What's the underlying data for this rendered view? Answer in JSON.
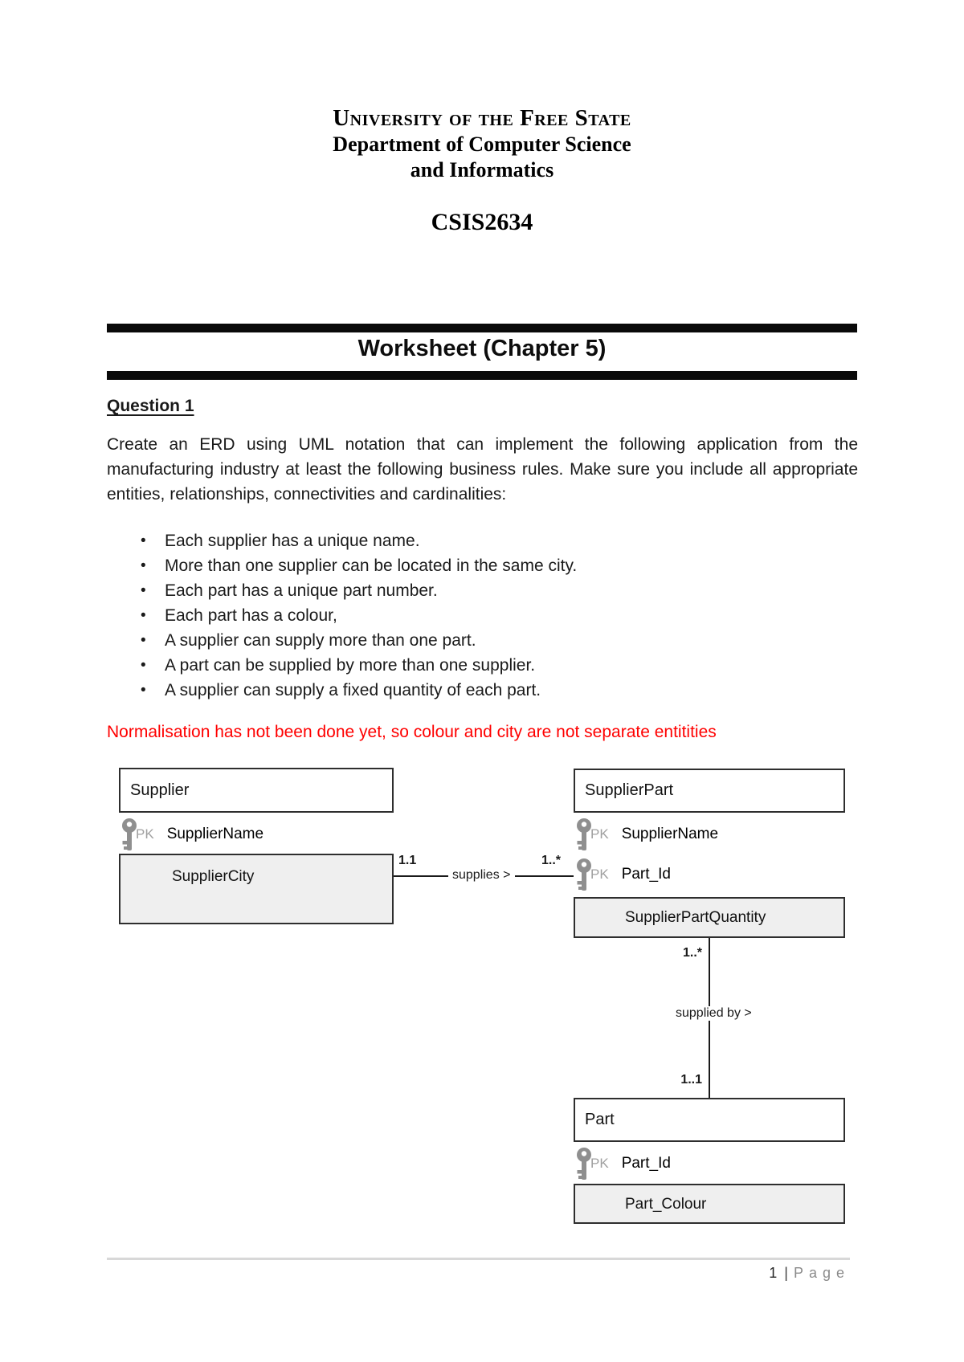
{
  "header": {
    "university": "University of the Free State",
    "department": "Department of Computer Science",
    "department2": "and Informatics",
    "course_code": "CSIS2634"
  },
  "banner": {
    "title": "Worksheet (Chapter 5)"
  },
  "question": {
    "heading": "Question 1",
    "intro": "Create an ERD using UML notation that can implement the following application from the manufacturing industry at least the following business rules. Make sure you include all appropriate entities, relationships, connectivities and cardinalities:",
    "rules": [
      "Each supplier has a unique name.",
      "More than one supplier can be located in the same city.",
      "Each part has a unique part number.",
      "Each part has a colour,",
      "A supplier can supply more than one part.",
      "A part can be supplied by more than one supplier.",
      "A supplier can supply a fixed quantity of each part."
    ],
    "note": "Normalisation has not been done yet, so colour and city are not separate entitities"
  },
  "diagram": {
    "pk_label": "PK",
    "entities": [
      {
        "title": "Supplier",
        "pk_attributes": [
          "SupplierName"
        ],
        "attributes": [
          "SupplierCity"
        ]
      },
      {
        "title": "SupplierPart",
        "pk_attributes": [
          "SupplierName",
          "Part_Id"
        ],
        "attributes": [
          "SupplierPartQuantity"
        ]
      },
      {
        "title": "Part",
        "pk_attributes": [
          "Part_Id"
        ],
        "attributes": [
          "Part_Colour"
        ]
      }
    ],
    "relationships": [
      {
        "label": "supplies >",
        "from_entity": "Supplier",
        "to_entity": "SupplierPart",
        "from_cardinality": "1.1",
        "to_cardinality": "1..*"
      },
      {
        "label": "supplied by >",
        "from_entity": "SupplierPart",
        "to_entity": "Part",
        "from_cardinality": "1..*",
        "to_cardinality": "1..1"
      }
    ]
  },
  "footer": {
    "page_number": "1",
    "separator": "|",
    "page_label": "Page"
  },
  "colors": {
    "note_text": "#ff0000",
    "banner_bar": "#0a0a0a",
    "entity_border": "#2e2e2e",
    "attribute_fill": "#efefef",
    "key_icon": "#8f8f8f",
    "pk_text": "#a0a0a0",
    "footer_muted": "#8a8a8a"
  }
}
